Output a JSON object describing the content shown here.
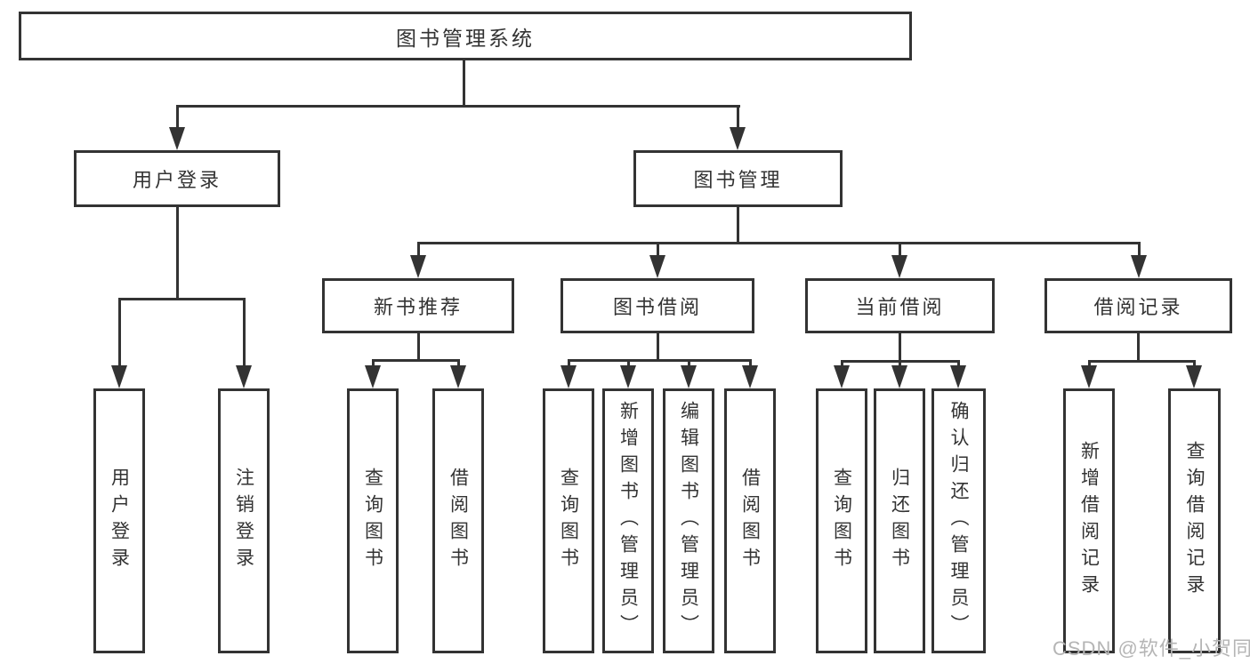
{
  "diagram": {
    "tree": {
      "root": {
        "label": "图书管理系统"
      },
      "children": [
        {
          "label": "用户登录",
          "children": [
            {
              "label": "用户登录"
            },
            {
              "label": "注销登录"
            }
          ]
        },
        {
          "label": "图书管理",
          "children": [
            {
              "label": "新书推荐",
              "children": [
                {
                  "label": "查询图书"
                },
                {
                  "label": "借阅图书"
                }
              ]
            },
            {
              "label": "图书借阅",
              "children": [
                {
                  "label": "查询图书"
                },
                {
                  "label": "新增图书（管理员）"
                },
                {
                  "label": "编辑图书（管理员）"
                },
                {
                  "label": "借阅图书"
                }
              ]
            },
            {
              "label": "当前借阅",
              "children": [
                {
                  "label": "查询图书"
                },
                {
                  "label": "归还图书"
                },
                {
                  "label": "确认归还（管理员）"
                }
              ]
            },
            {
              "label": "借阅记录",
              "children": [
                {
                  "label": "新增借阅记录"
                },
                {
                  "label": "查询借阅记录"
                }
              ]
            }
          ]
        }
      ]
    },
    "colors": {
      "line": "#333333",
      "text": "#333333",
      "background": "#ffffff"
    }
  },
  "watermark": {
    "text": "CSDN @软件_小贺同学",
    "color": "#b5b5b5"
  }
}
